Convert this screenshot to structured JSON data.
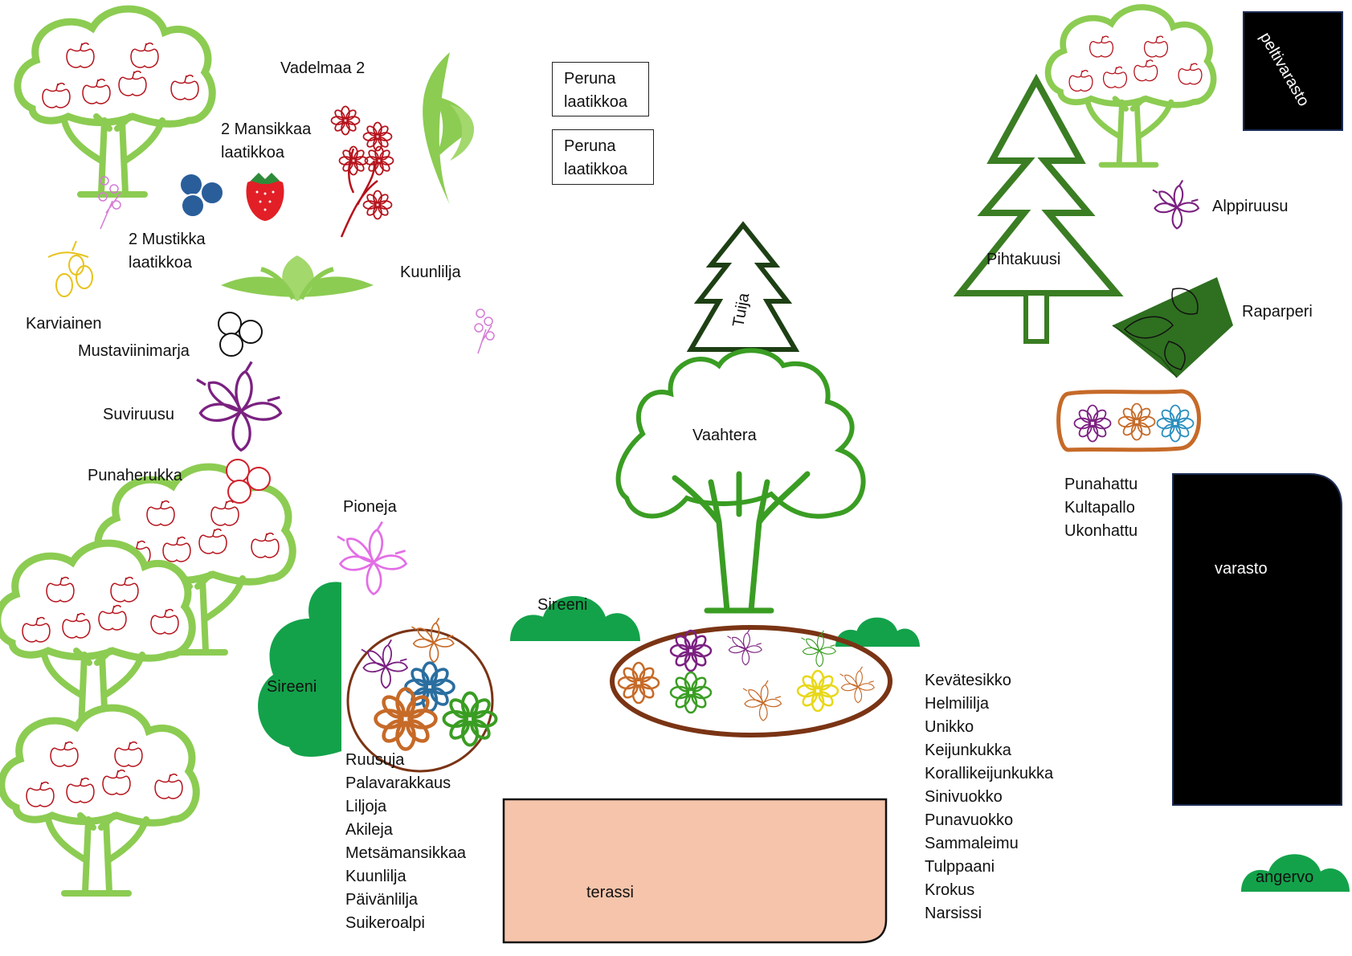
{
  "colors": {
    "apple_tree": "#8ccc52",
    "apple": "#b5121b",
    "pine": "#3a7d23",
    "bush": "#13a24a",
    "terrace": "#f5c4aa",
    "bed_border": "#7a3414",
    "blueberry": "#2a5e9a"
  },
  "labels": {
    "vadelmaa": "Vadelmaa 2",
    "mansikka": [
      "2 Mansikkaa",
      "laatikkoa"
    ],
    "mustikka": [
      "2 Mustikka",
      "laatikkoa"
    ],
    "karviainen": "Karviainen",
    "mustaviinimarja": "Mustaviinimarja",
    "suviruusu": "Suviruusu",
    "punaherukka": "Punaherukka",
    "kuunlilja": "Kuunlilja",
    "pioneja": "Pioneja",
    "sireeni_left": "Sireeni",
    "sireeni_mid": "Sireeni",
    "tuija": "Tuija",
    "vaahtera": "Vaahtera",
    "pihtakuusi": "Pihtakuusi",
    "alppiruusu": "Alppiruusu",
    "raparperi": "Raparperi",
    "peltivarasto": "peltivarasto",
    "varasto": "varasto",
    "terassi": "terassi",
    "angervo": "angervo"
  },
  "potato_boxes": [
    [
      "Peruna",
      "laatikkoa"
    ],
    [
      "Peruna",
      "laatikkoa"
    ]
  ],
  "lists": {
    "right_bed": [
      "Punahattu",
      "Kultapallo",
      "Ukonhattu"
    ],
    "left_bed": [
      "Ruusuja",
      "Palavarakkaus",
      "Liljoja",
      "Akileja",
      "Metsämansikkaa",
      "Kuunlilja",
      "Päivänlilja",
      "Suikeroalpi"
    ],
    "center_bed": [
      "Kevätesikko",
      "Helmililja",
      "Unikko",
      "Keijunkukka",
      "Korallikeijunkukka",
      "Sinivuokko",
      "Punavuokko",
      "Sammaleimu",
      "Tulppaani",
      "Krokus",
      "Narsissi"
    ]
  }
}
